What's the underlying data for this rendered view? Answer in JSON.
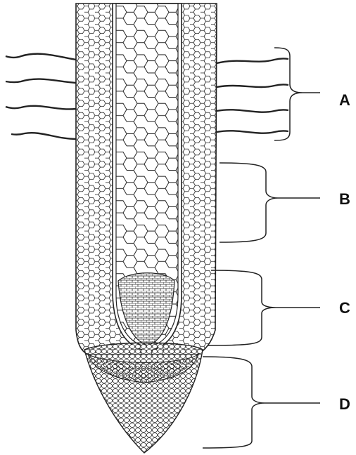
{
  "diagram": {
    "zones": [
      {
        "id": "A",
        "label": "A"
      },
      {
        "id": "B",
        "label": "B"
      },
      {
        "id": "C",
        "label": "C"
      },
      {
        "id": "D",
        "label": "D"
      }
    ]
  }
}
